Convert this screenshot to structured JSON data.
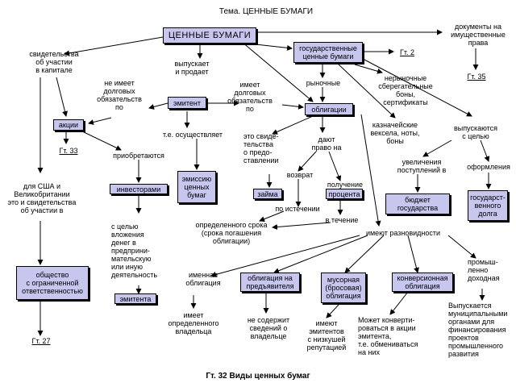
{
  "title": "Тема. ЦЕННЫЕ БУМАГИ",
  "caption": "Гт. 32 Виды ценных бумаг",
  "boxes": {
    "securities": "ЦЕННЫЕ БУМАГИ",
    "gov_securities": "государственные\nценные бумаги",
    "issuer": "эмитент",
    "bonds": "облигации",
    "shares": "акции",
    "investors": "инвесторами",
    "issue": "эмиссию\nценных\nбумаг",
    "loan": "займа",
    "interest": "процента",
    "budget": "бюджет\nгосударства",
    "gov_debt": "государст-\nвенного\nдолга",
    "llc": "общество\nс ограниченной\nответственностью",
    "issuer_gen": "эмитента",
    "bearer_bond": "облигация на\nпредъявителя",
    "junk_bond": "мусорная\n(бросовая)\nоблигация",
    "convertible": "конверсионная\nоблигация"
  },
  "labels": {
    "participation": "свидетельства\nоб участии\nв капитале",
    "docs": "документы на\nимущественные\nправа",
    "issues_sells": "выпускает\nи продает",
    "no_debt": "не имеет\nдолговых\nобязательств\nпо",
    "has_debt": "имеет\nдолговых\nобязательств\nпо",
    "market": "рыночные",
    "nonmarket": "нерыночные\nсберегательные\nбоны,\nсертификаты",
    "treasury": "казначейские\nвексела, ноты,\nбоны",
    "issued_for": "выпускаются\nс целью",
    "increase": "увеличения\nпоступлений в",
    "formation": "оформления",
    "implements": "т.е. осуществляет",
    "acquired": "приобретаются",
    "evidence": "это свиде-\nтельства\nо предо-\nставлении",
    "give_right": "дают\nправо на",
    "return": "возврат",
    "receive": "получение",
    "expiry": "по истечении",
    "during": "в течение",
    "term": "определенного срока\n(срока погашения\nоблигации)",
    "usa": "для США и\nВеликобритании\nэто и свидетельства\nоб участии в",
    "purpose": "с целью\nвложения\nденег в\nпредприни-\nмательскую\nили иную\nдеятельность",
    "types": "имеют разновидности",
    "registered": "именная\nоблигация",
    "has_owner": "имеет\nопределенного\nвладельца",
    "no_info": "не содержит\nсведений о\nвладельце",
    "bad_rep": "имеют\nэмитентов\nс низкушей\nрепутацией",
    "convertible_desc": "Может конверти-\nроваться в акции\nэмитента,\nт.е. обмениваться\nна них",
    "industrial": "промыш-\nленно\nдоходная",
    "municipal": "Выпускается\nмуниципальными\nорганами для\nфинансирования\nпроектов\nпромышленного\nразвития"
  },
  "refs": {
    "r2": "Гт. 2",
    "r35": "Гт. 35",
    "r33": "Гт. 33",
    "r27": "Гт. 27"
  }
}
